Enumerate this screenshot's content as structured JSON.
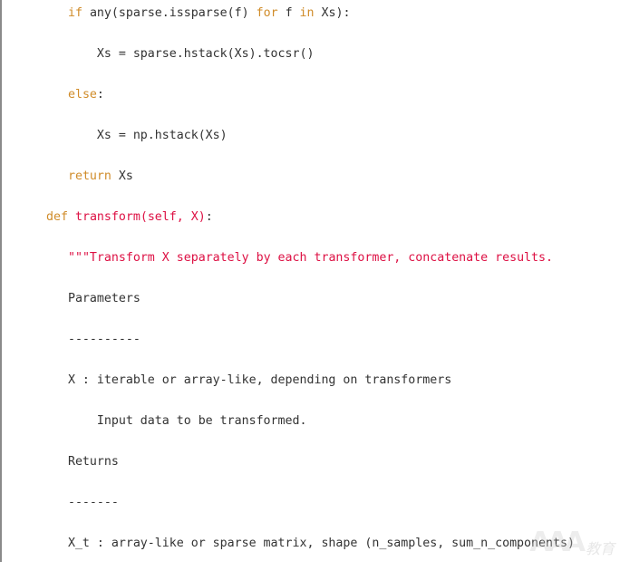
{
  "colors": {
    "keyword": "#d08c2a",
    "function_name": "#dd1144",
    "string": "#dd1144",
    "text": "#333333"
  },
  "code_lines": [
    [
      {
        "t": "   "
      },
      {
        "t": "if",
        "c": "kw"
      },
      {
        "t": " any(sparse.issparse(f) "
      },
      {
        "t": "for",
        "c": "kw"
      },
      {
        "t": " f "
      },
      {
        "t": "in",
        "c": "kw"
      },
      {
        "t": " Xs):"
      }
    ],
    [
      {
        "t": "       Xs = sparse.hstack(Xs).tocsr()"
      }
    ],
    [
      {
        "t": "   "
      },
      {
        "t": "else",
        "c": "kw"
      },
      {
        "t": ":"
      }
    ],
    [
      {
        "t": "       Xs = np.hstack(Xs)"
      }
    ],
    [
      {
        "t": "   "
      },
      {
        "t": "return",
        "c": "kw"
      },
      {
        "t": " Xs"
      }
    ],
    [
      {
        "t": "def",
        "c": "kw"
      },
      {
        "t": " "
      },
      {
        "t": "transform(self, X)",
        "c": "fn"
      },
      {
        "t": ":"
      }
    ],
    [
      {
        "t": "   "
      },
      {
        "t": "\"\"\"Transform X separately by each transformer, concatenate results.",
        "c": "str"
      }
    ],
    [
      {
        "t": "   Parameters"
      }
    ],
    [
      {
        "t": "   ----------"
      }
    ],
    [
      {
        "t": "   X : iterable or array-like, depending on transformers"
      }
    ],
    [
      {
        "t": "       Input data to be transformed."
      }
    ],
    [
      {
        "t": "   Returns"
      }
    ],
    [
      {
        "t": "   -------"
      }
    ],
    [
      {
        "t": "   X_t : array-like or sparse matrix, shape (n_samples, sum_n_components)"
      }
    ]
  ],
  "watermark": {
    "mark": "AAA",
    "text": "教育"
  }
}
